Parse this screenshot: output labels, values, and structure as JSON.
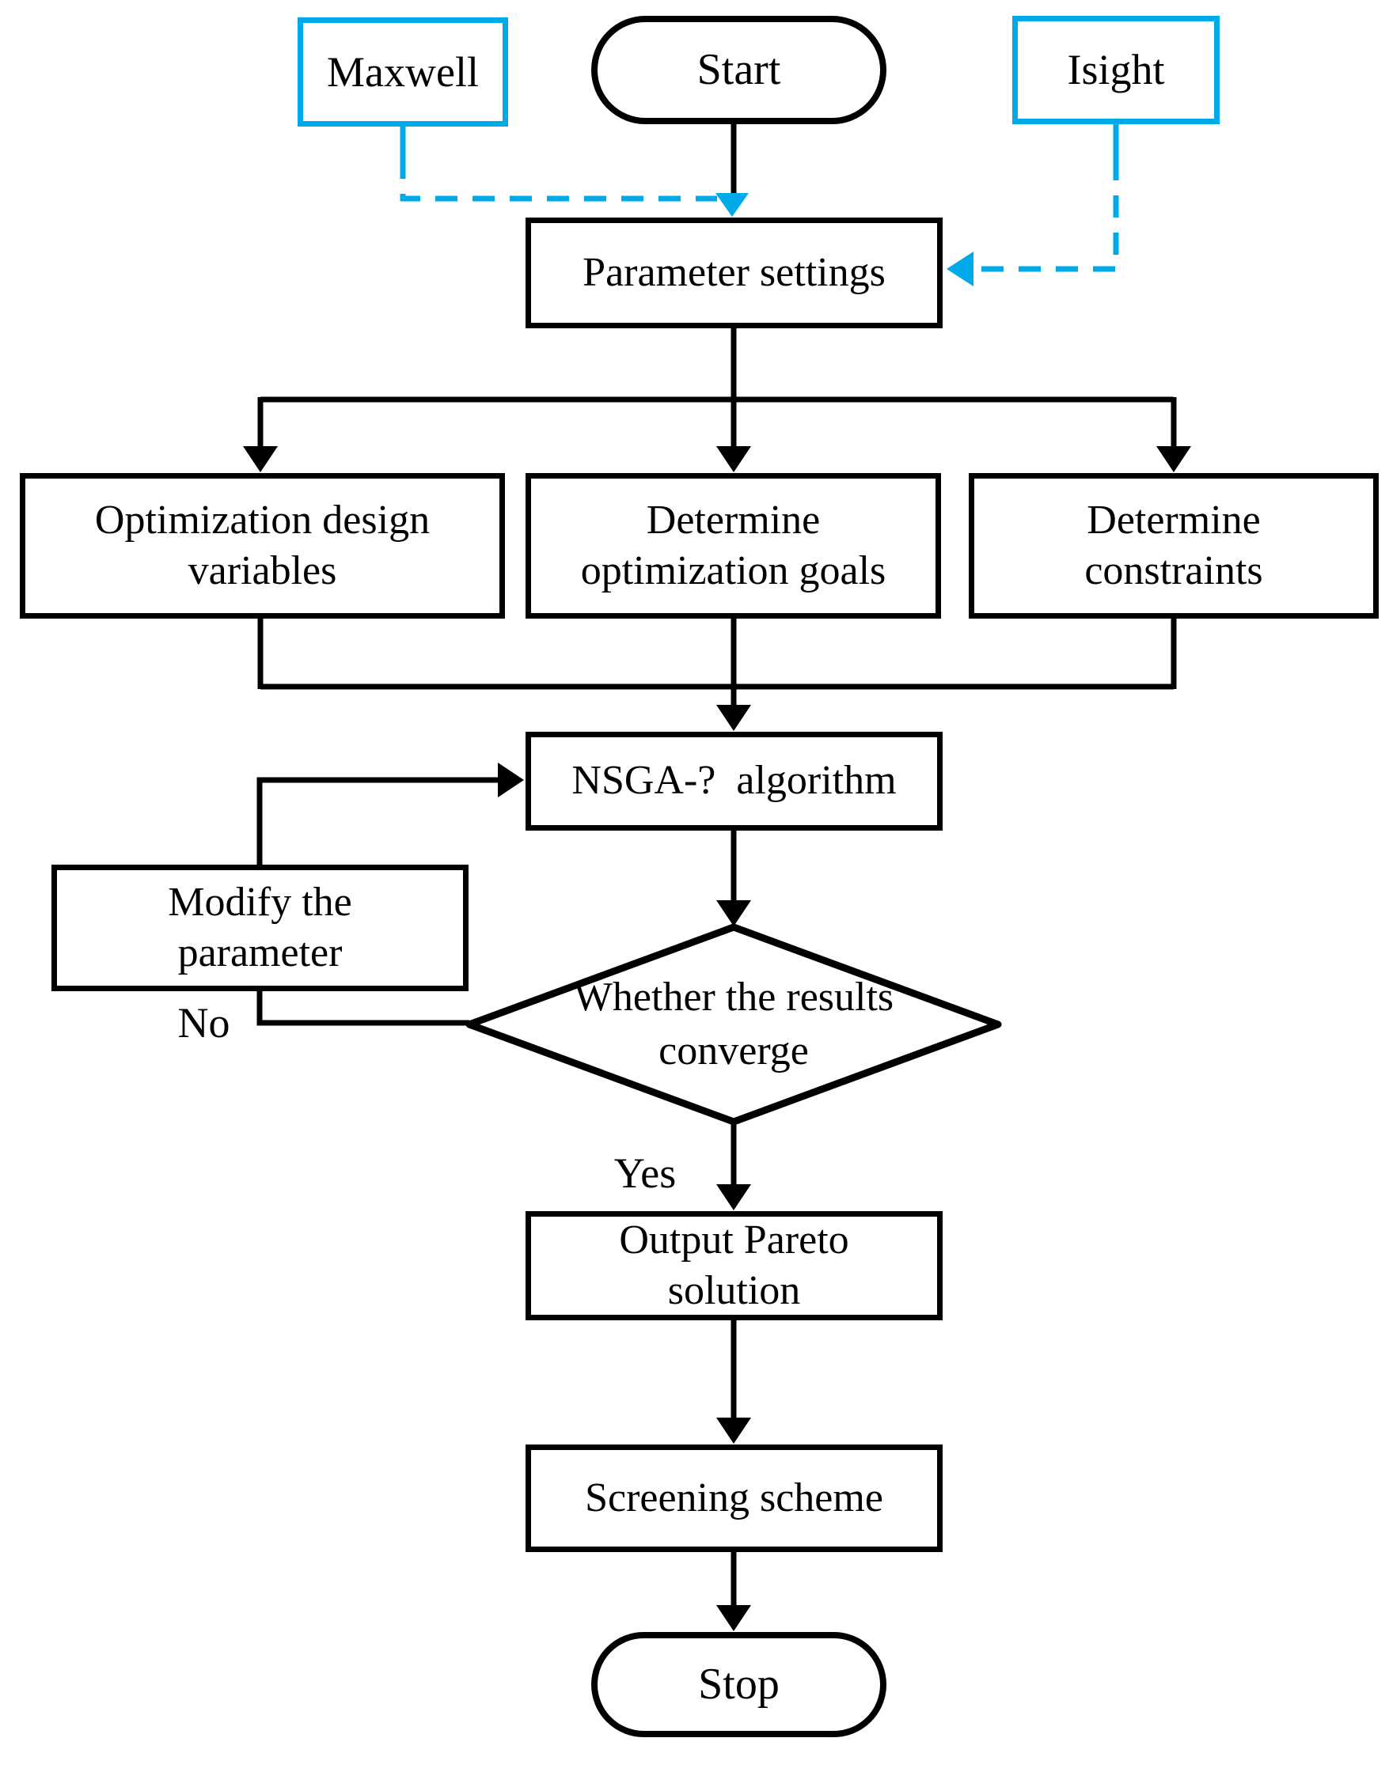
{
  "diagram": {
    "type": "flowchart",
    "colors": {
      "line": "#000000",
      "tool_highlight": "#00A9E8",
      "background": "#ffffff",
      "text": "#000000"
    },
    "nodes": {
      "maxwell": {
        "label": "Maxwell",
        "shape": "rectangle",
        "border": "cyan"
      },
      "start": {
        "label": "Start",
        "shape": "terminal"
      },
      "isight": {
        "label": "Isight",
        "shape": "rectangle",
        "border": "cyan"
      },
      "parameter_settings": {
        "label": "Parameter settings",
        "shape": "rectangle"
      },
      "optimization_design_variables": {
        "label": "Optimization design\nvariables",
        "shape": "rectangle"
      },
      "determine_optimization_goals": {
        "label": "Determine\noptimization goals",
        "shape": "rectangle"
      },
      "determine_constraints": {
        "label": "Determine\nconstraints",
        "shape": "rectangle"
      },
      "nsga_algorithm": {
        "label": "NSGA-?  algorithm",
        "shape": "rectangle"
      },
      "modify_parameter": {
        "label": "Modify the\nparameter",
        "shape": "rectangle"
      },
      "convergence_decision": {
        "label": "Whether the results\nconverge",
        "shape": "diamond"
      },
      "output_pareto": {
        "label": "Output Pareto\nsolution",
        "shape": "rectangle"
      },
      "screening_scheme": {
        "label": "Screening scheme",
        "shape": "rectangle"
      },
      "stop": {
        "label": "Stop",
        "shape": "terminal"
      }
    },
    "edge_labels": {
      "no": "No",
      "yes": "Yes"
    },
    "edges": [
      {
        "from": "Start",
        "to": "Parameter settings",
        "style": "solid"
      },
      {
        "from": "Maxwell",
        "to": "Parameter settings",
        "style": "dashed-cyan"
      },
      {
        "from": "Isight",
        "to": "Parameter settings",
        "style": "dashed-cyan"
      },
      {
        "from": "Parameter settings",
        "to": "Optimization design variables",
        "style": "solid"
      },
      {
        "from": "Parameter settings",
        "to": "Determine optimization goals",
        "style": "solid"
      },
      {
        "from": "Parameter settings",
        "to": "Determine constraints",
        "style": "solid"
      },
      {
        "from": "Optimization design variables",
        "to": "NSGA-? algorithm",
        "style": "solid"
      },
      {
        "from": "Determine optimization goals",
        "to": "NSGA-? algorithm",
        "style": "solid"
      },
      {
        "from": "Determine constraints",
        "to": "NSGA-? algorithm",
        "style": "solid"
      },
      {
        "from": "NSGA-? algorithm",
        "to": "Whether the results converge",
        "style": "solid"
      },
      {
        "from": "Whether the results converge",
        "to": "Modify the parameter",
        "label": "No",
        "style": "solid"
      },
      {
        "from": "Modify the parameter",
        "to": "NSGA-? algorithm",
        "style": "solid"
      },
      {
        "from": "Whether the results converge",
        "to": "Output Pareto solution",
        "label": "Yes",
        "style": "solid"
      },
      {
        "from": "Output Pareto solution",
        "to": "Screening scheme",
        "style": "solid"
      },
      {
        "from": "Screening scheme",
        "to": "Stop",
        "style": "solid"
      }
    ]
  }
}
